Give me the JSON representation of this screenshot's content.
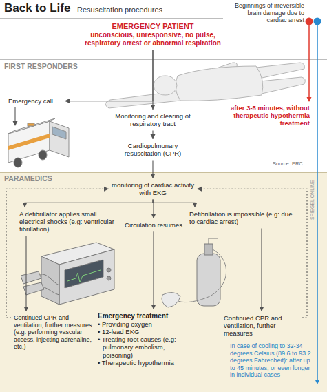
{
  "diagram": {
    "title": "Back to Life",
    "nodes": [
      {
        "text": [
          "EMERGENCY PATIENT",
          "unconscious, unresponsive, no pulse, respiratory arrest or abnormal respiration"
        ]
      },
      {
        "text": [
          "FIRST RESPONDERS"
        ]
      },
      {
        "text": [
          "Emergency call"
        ],
        "in": 1
      },
      {
        "text": [
          "Monitoring and clearing of respiratory tract"
        ],
        "in": 1
      },
      {
        "text": [
          "Cardiopulmonary resuscitation (CPR)"
        ],
        "in": 1
      },
      {
        "text": [
          "PARAMEDICS"
        ]
      },
      {
        "text": [
          "monitoring of cardiac activity with EKG"
        ],
        "in": 5
      },
      {
        "text": [
          "A defibrillator applies small electrical shocks (e.g: ventricular fibrillation)"
        ],
        "in": 5
      },
      {
        "text": [
          "Circulation resumes"
        ],
        "in": 5
      },
      {
        "text": [
          "Defibrillation is impossible (e.g: due to cardiac arrest)"
        ],
        "in": 5
      },
      {
        "text": [
          "Continued CPR and ventilation, further measures (e.g: performing vascular access, injecting adrenaline, etc.)"
        ],
        "in": 5
      },
      {
        "text": [
          "Emergency treatment",
          "• Providing oxygen",
          "• 12-lead EKG",
          "• Treating root causes (e.g: pulmonary embolism, poisoning)",
          "• Therapeutic hypothermia"
        ],
        "in": 5
      },
      {
        "text": [
          "Continued CPR and ventilation, further measures"
        ],
        "in": 5
      }
    ],
    "edges": [
      {
        "from": 0,
        "to": 2,
        "arrow": "to"
      },
      {
        "from": 0,
        "to": 3,
        "arrow": "to"
      },
      {
        "from": 3,
        "to": 4,
        "arrow": "to"
      },
      {
        "from": 4,
        "to": 6,
        "arrow": "to"
      },
      {
        "from": 6,
        "to": 7,
        "arrow": "to"
      },
      {
        "from": 6,
        "to": 8,
        "arrow": "to"
      },
      {
        "from": 6,
        "to": 9,
        "arrow": "to"
      },
      {
        "from": 7,
        "to": 10,
        "arrow": "to"
      },
      {
        "from": 8,
        "to": 11,
        "arrow": "to"
      },
      {
        "from": 9,
        "to": 12,
        "arrow": "to"
      },
      {
        "from": 10,
        "to": 6,
        "arrow": "to"
      },
      {
        "from": 12,
        "to": 6,
        "arrow": "to"
      }
    ],
    "labels": [
      "Resuscitation procedures",
      "Beginnings of irreversible brain damage due to cardiac arrest",
      "after 3-5 minutes, without therapeutic hypothermia treatment",
      "Source: ERC",
      "In case of cooling to 32-34 degrees Celsius (89.6 to 93.2 degrees Fahrenheit): after up to 45 minutes, or even longer in individual cases",
      "SPIEGEL ONLINE"
    ]
  }
}
